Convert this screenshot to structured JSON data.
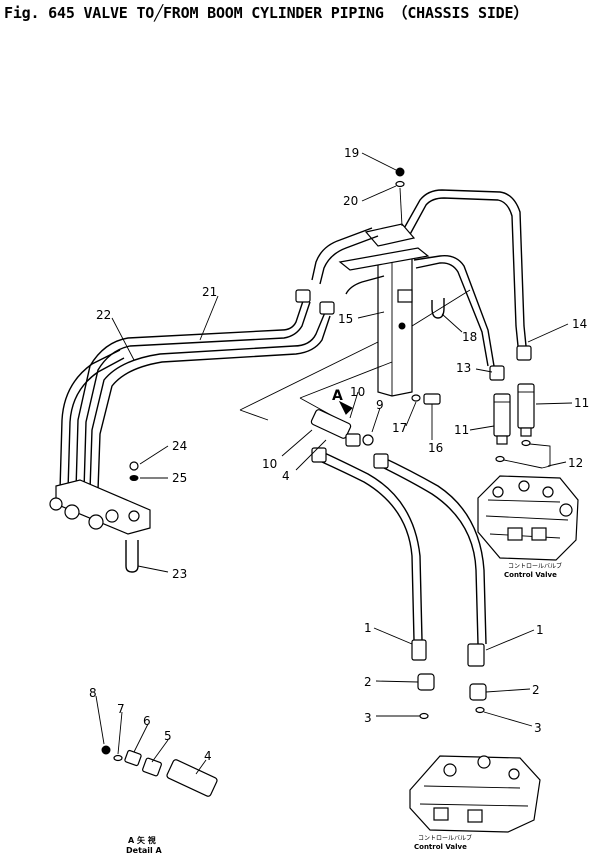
{
  "title": "Fig. 645  VALVE TO╱FROM BOOM CYLINDER PIPING  （CHASSIS SIDE）",
  "callouts": {
    "n19": "19",
    "n20": "20",
    "n21": "21",
    "n22": "22",
    "n14": "14",
    "n15": "15",
    "n18": "18",
    "n13": "13",
    "n11a": "11",
    "n11b": "11",
    "n10a": "10",
    "n9": "9",
    "n17": "17",
    "n16": "16",
    "n10b": "10",
    "n4a": "4",
    "n12": "12",
    "n24": "24",
    "n25": "25",
    "n23": "23",
    "n1a": "1",
    "n1b": "1",
    "n2a": "2",
    "n2b": "2",
    "n3a": "3",
    "n3b": "3",
    "n8": "8",
    "n7": "7",
    "n6": "6",
    "n5": "5",
    "n4b": "4"
  },
  "arrow_label": "A",
  "control_valve_upper": {
    "jp": "コントロールバルブ",
    "en": "Control Valve"
  },
  "control_valve_lower": {
    "jp": "コントロールバルブ",
    "en": "Control Valve"
  },
  "detail": {
    "line1": "A 矢 視",
    "line2": "Detail  A"
  }
}
